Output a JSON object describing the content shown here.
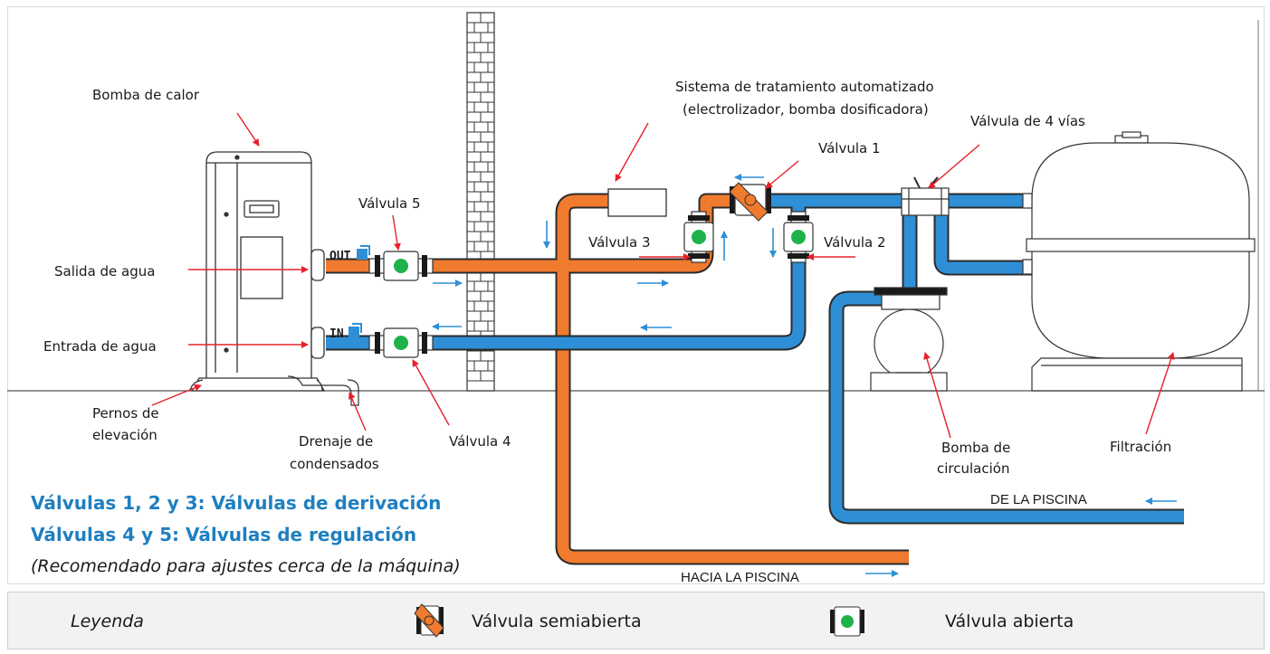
{
  "labels": {
    "heat_pump": "Bomba de calor",
    "water_out": "Salida de agua",
    "water_in": "Entrada de agua",
    "lift_bolts_1": "Pernos de",
    "lift_bolts_2": "elevación",
    "condensate_1": "Drenaje de",
    "condensate_2": "condensados",
    "valve_1": "Válvula 1",
    "valve_2": "Válvula 2",
    "valve_3": "Válvula 3",
    "valve_4": "Válvula 4",
    "valve_5": "Válvula 5",
    "treatment_1": "Sistema de tratamiento automatizado",
    "treatment_2": "(electrolizador, bomba dosificadora)",
    "four_way": "Válvula de 4 vías",
    "circ_pump_1": "Bomba de",
    "circ_pump_2": "circulación",
    "filtration": "Filtración",
    "from_pool": "DE LA PISCINA",
    "to_pool": "HACIA LA PISCINA",
    "port_out": "OUT",
    "port_in": "IN"
  },
  "notes": {
    "line1": "Válvulas 1, 2 y 3: Válvulas de derivación",
    "line2": "Válvulas 4 y 5: Válvulas de regulación",
    "line3": "(Recomendado para ajustes cerca de la máquina)"
  },
  "legend": {
    "title": "Leyenda",
    "half_open": "Válvula semiabierta",
    "open": "Válvula abierta"
  },
  "colors": {
    "hot_pipe": "#f07a2e",
    "cold_pipe": "#2f8fd6",
    "note_text": "#1f7fc1",
    "arrow_red": "#e8202a",
    "valve_green": "#1fb14a"
  }
}
